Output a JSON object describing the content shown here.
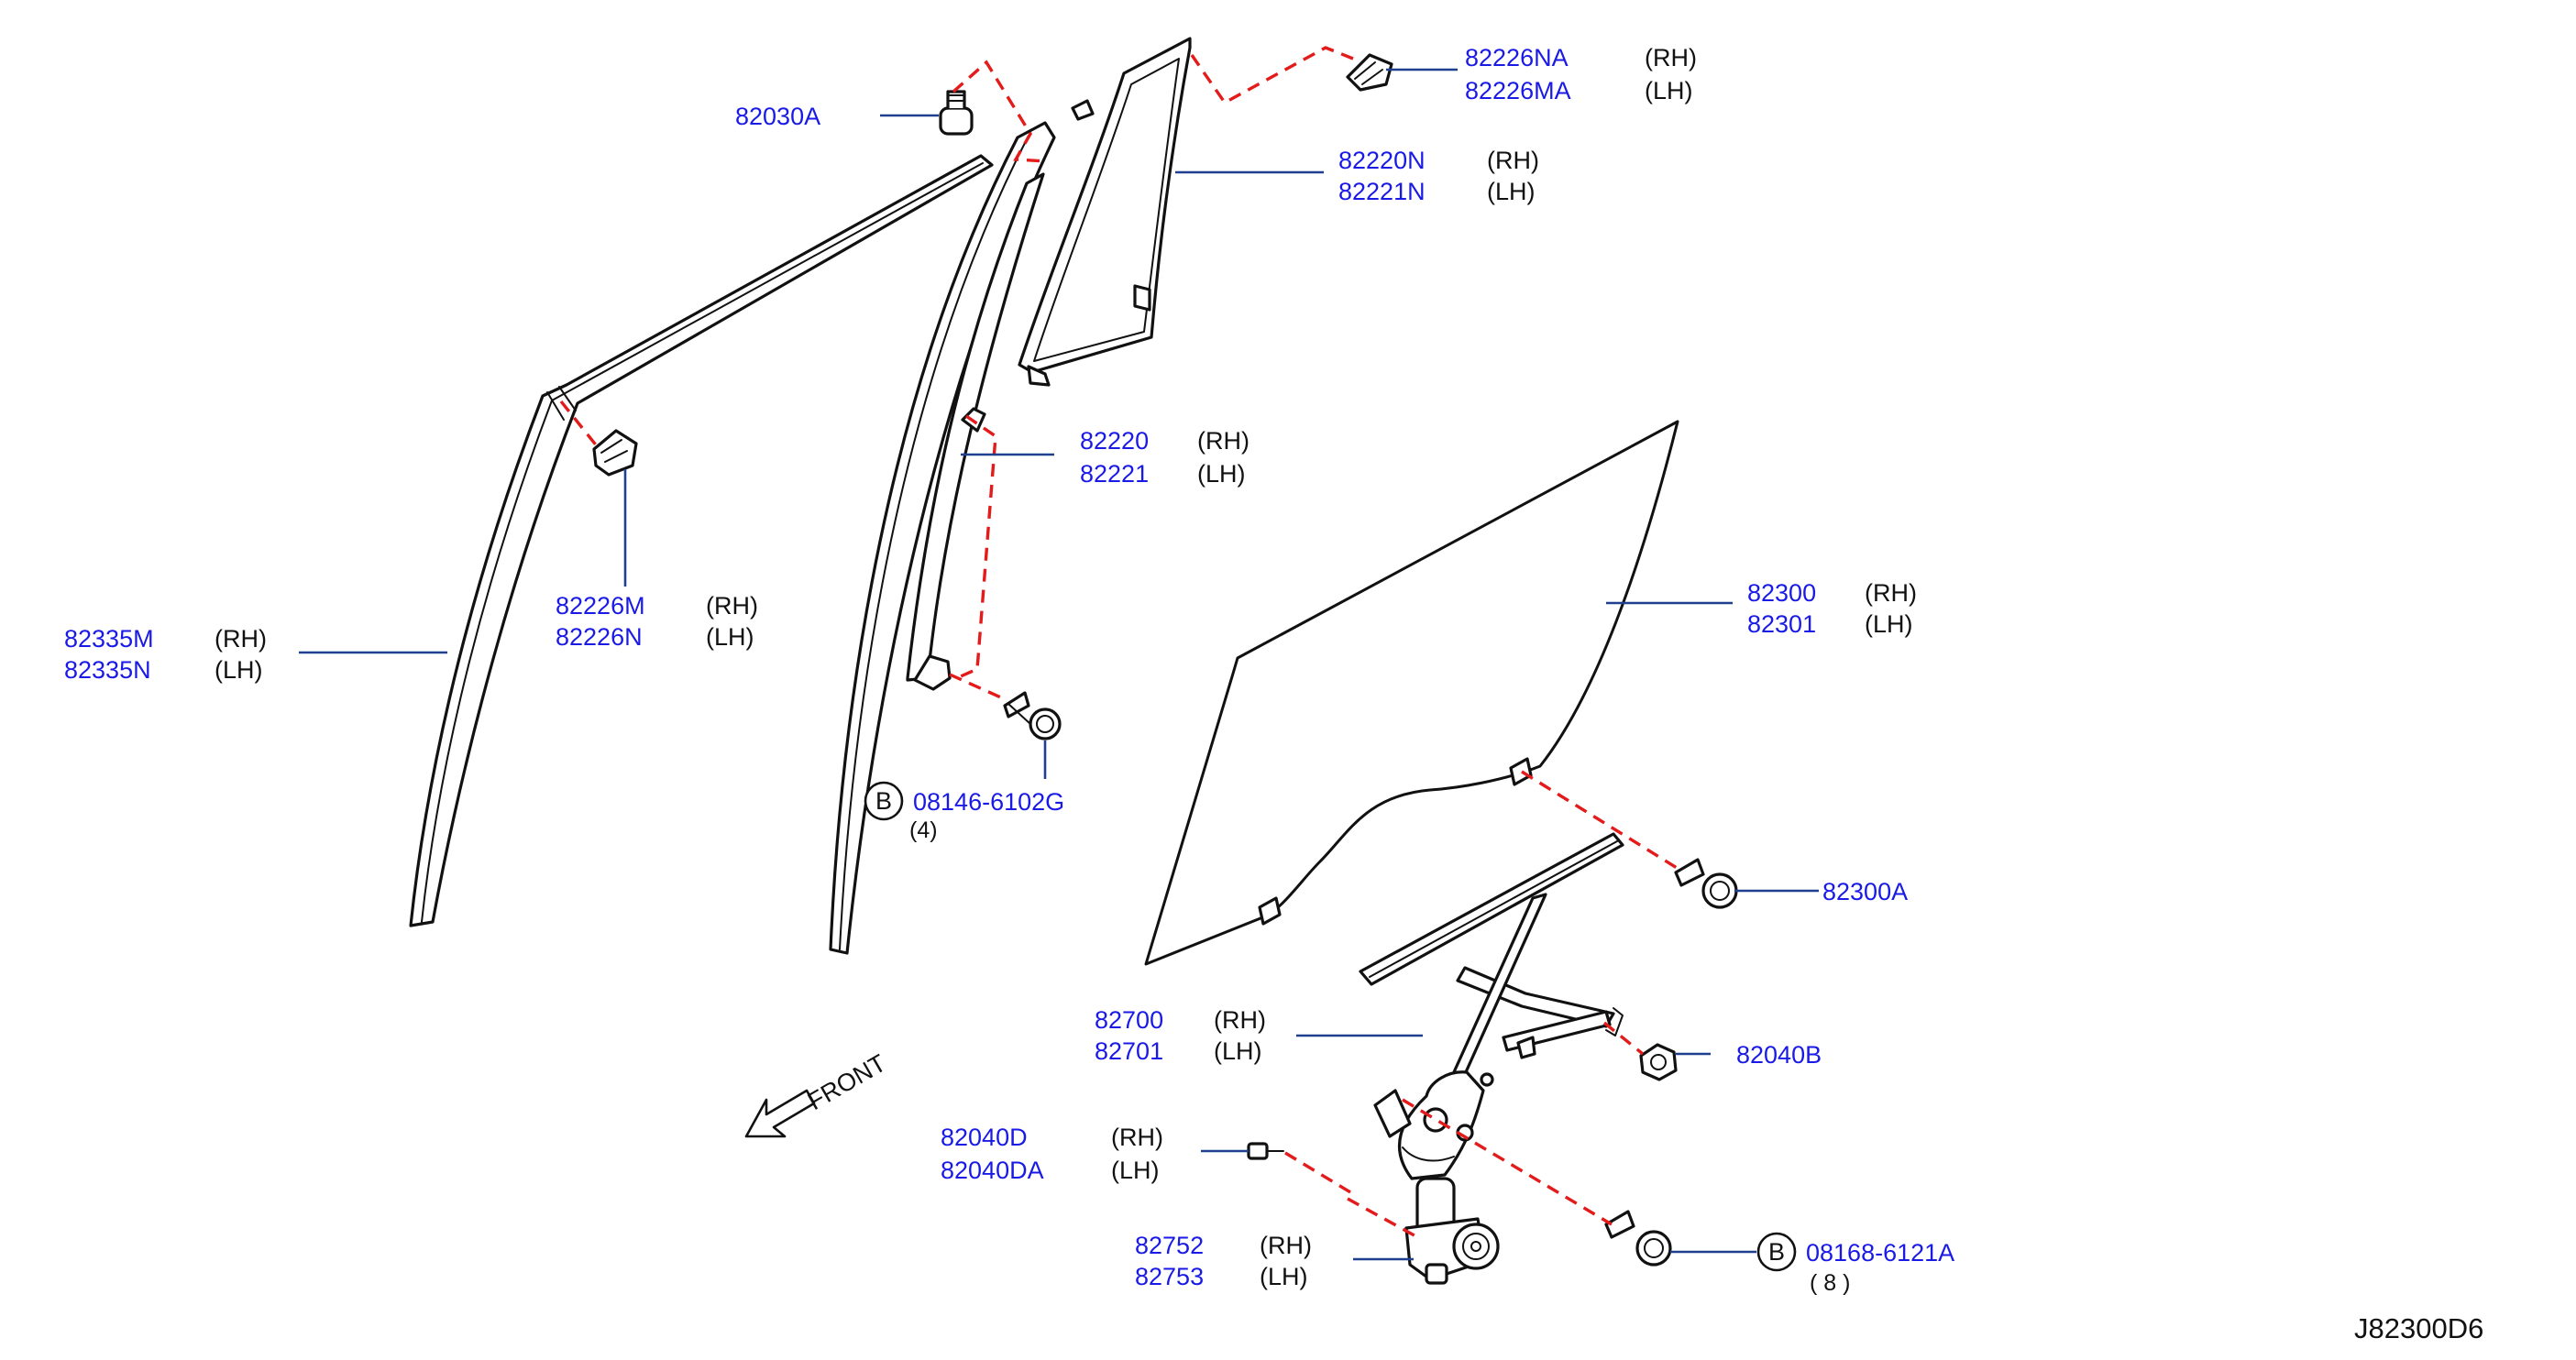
{
  "diagram_code": "J82300D6",
  "front_label": "FRONT",
  "callouts": [
    {
      "id": "82226NA",
      "pn": "82226NA",
      "side": "(RH)"
    },
    {
      "id": "82226MA",
      "pn": "82226MA",
      "side": "(LH)"
    },
    {
      "id": "82030A",
      "pn": "82030A",
      "side": ""
    },
    {
      "id": "82220N",
      "pn": "82220N",
      "side": "(RH)"
    },
    {
      "id": "82221N",
      "pn": "82221N",
      "side": "(LH)"
    },
    {
      "id": "82220",
      "pn": "82220",
      "side": "(RH)"
    },
    {
      "id": "82221",
      "pn": "82221",
      "side": "(LH)"
    },
    {
      "id": "82226M",
      "pn": "82226M",
      "side": "(RH)"
    },
    {
      "id": "82226N",
      "pn": "82226N",
      "side": "(LH)"
    },
    {
      "id": "82335M",
      "pn": "82335M",
      "side": "(RH)"
    },
    {
      "id": "82335N",
      "pn": "82335N",
      "side": "(LH)"
    },
    {
      "id": "82300",
      "pn": "82300",
      "side": "(RH)"
    },
    {
      "id": "82301",
      "pn": "82301",
      "side": "(LH)"
    },
    {
      "id": "08146-6102G",
      "pn": "08146-6102G",
      "side": "",
      "badge": "B",
      "qty": "(4)"
    },
    {
      "id": "82300A",
      "pn": "82300A",
      "side": ""
    },
    {
      "id": "82700",
      "pn": "82700",
      "side": "(RH)"
    },
    {
      "id": "82701",
      "pn": "82701",
      "side": "(LH)"
    },
    {
      "id": "82040B",
      "pn": "82040B",
      "side": ""
    },
    {
      "id": "82040D",
      "pn": "82040D",
      "side": "(RH)"
    },
    {
      "id": "82040DA",
      "pn": "82040DA",
      "side": "(LH)"
    },
    {
      "id": "82752",
      "pn": "82752",
      "side": "(RH)"
    },
    {
      "id": "82753",
      "pn": "82753",
      "side": "(LH)"
    },
    {
      "id": "08168-6121A",
      "pn": "08168-6121A",
      "side": "",
      "badge": "B",
      "qty": "( 8 )"
    }
  ],
  "colors": {
    "part_number": "#1a1ae6",
    "leader": "#1f3f8f",
    "dashed": "#e31b1b",
    "outline": "#111111"
  }
}
